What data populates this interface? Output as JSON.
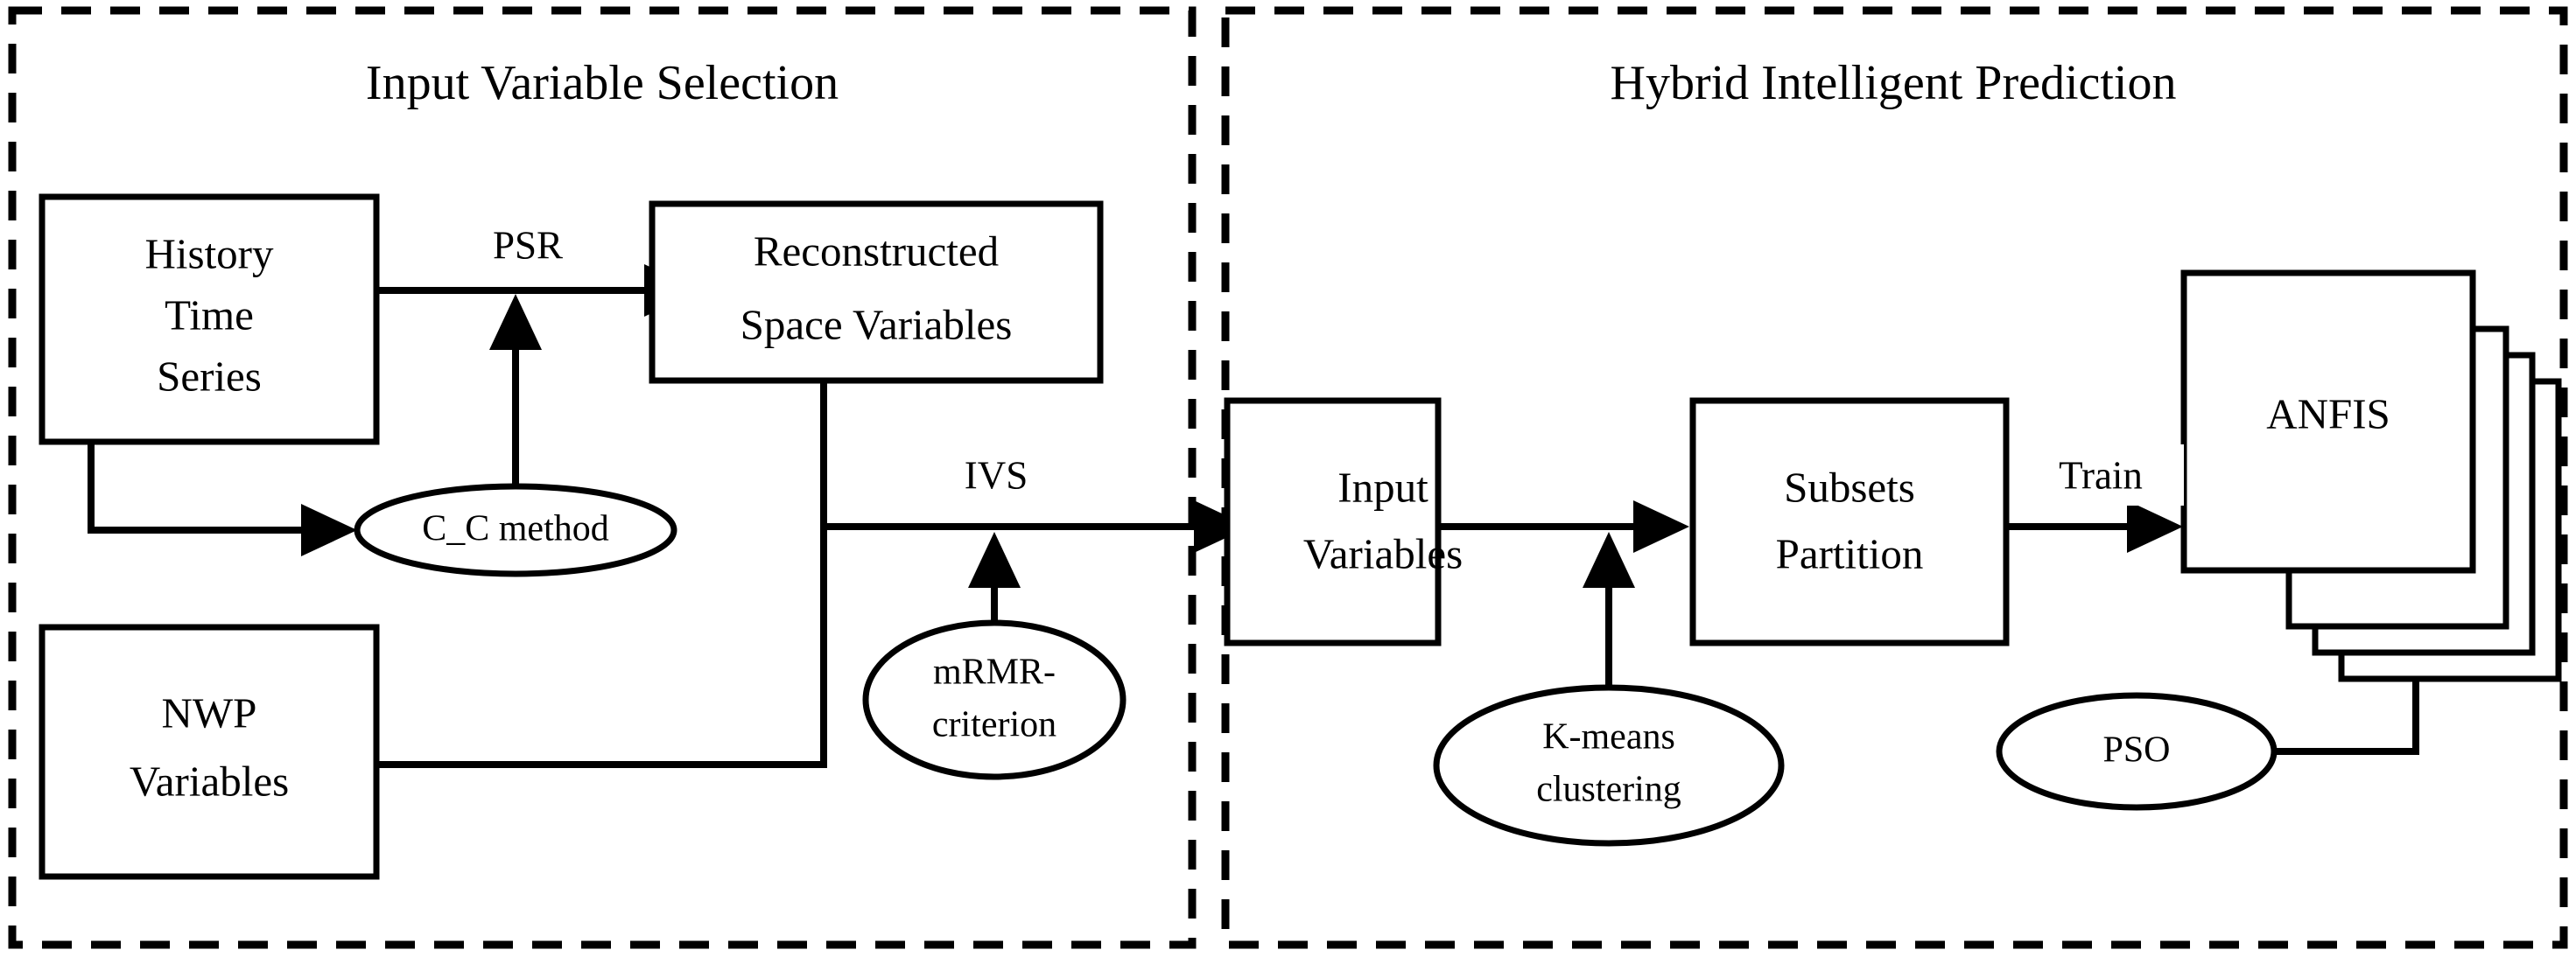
{
  "diagram": {
    "title_left": "Input Variable Selection",
    "title_right": "Hybrid Intelligent Prediction",
    "panels": [
      {
        "id": "input-variable-selection",
        "title": "Input Variable Selection"
      },
      {
        "id": "hybrid-intelligent-prediction",
        "title": "Hybrid Intelligent Prediction"
      }
    ],
    "nodes": {
      "history_time_series": {
        "label_line1": "History",
        "label_line2": "Time",
        "label_line3": "Series",
        "shape": "rect"
      },
      "reconstructed_space_variables": {
        "label_line1": "Reconstructed",
        "label_line2": "Space Variables",
        "shape": "rect"
      },
      "nwp_variables": {
        "label_line1": "NWP",
        "label_line2": "Variables",
        "shape": "rect"
      },
      "cc_method": {
        "label": "C_C method",
        "shape": "ellipse"
      },
      "mrmr_criterion": {
        "label_line1": "mRMR-",
        "label_line2": "criterion",
        "shape": "ellipse"
      },
      "input_variables": {
        "label_line1": "Input",
        "label_line2": "Variables",
        "shape": "rect"
      },
      "subsets_partition": {
        "label_line1": "Subsets",
        "label_line2": "Partition",
        "shape": "rect"
      },
      "anfis": {
        "label": "ANFIS",
        "shape": "rect-stack",
        "stack_count": 4
      },
      "kmeans_clustering": {
        "label_line1": "K-means",
        "label_line2": "clustering",
        "shape": "ellipse"
      },
      "pso": {
        "label": "PSO",
        "shape": "ellipse"
      }
    },
    "edge_labels": {
      "psr": "PSR",
      "ivs": "IVS",
      "train": "Train"
    },
    "colors": {
      "stroke": "#000000",
      "fill": "#ffffff",
      "background": "#ffffff"
    }
  }
}
